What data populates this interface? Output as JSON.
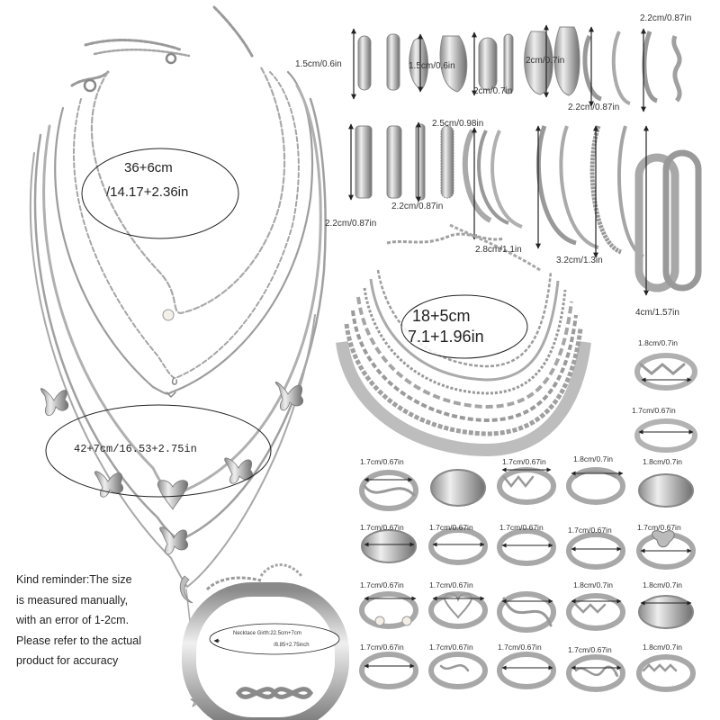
{
  "colors": {
    "silver": "#b9b9b9",
    "silver_dark": "#7d7d7d",
    "silver_light": "#e4e4e4",
    "text": "#333333"
  },
  "necklace": {
    "size_line1": "36+6cm",
    "size_line2": "/14.17+2.36in",
    "size_long": "42+7cm/16.53+2.75in"
  },
  "earrings": {
    "labels": [
      "1.5cm/0.6in",
      "1.5cm/0.6in",
      "2cm/0.7in",
      "2cm/0.7in",
      "2.2cm/0.87in",
      "2.2cm/0.87in",
      "2.5cm/0.98in",
      "2.2cm/0.87in",
      "2.2cm/0.87in",
      "2.8cm/1.1in",
      "3.2cm/1.3in",
      "4cm/1.57in"
    ]
  },
  "bracelet": {
    "line1": "18+5cm",
    "line2": "7.1+1.96in"
  },
  "anklet": {
    "line1": "Necktace Girth:22.5cm+7cm",
    "line2": "/8.85+2.75inch"
  },
  "rings": {
    "labels": [
      "1.8cm/0.7in",
      "1.7cm/0.67in",
      "1.7cm/0.67in",
      "1.7cm/0.67in",
      "1.8cm/0.7in",
      "1.8cm/0.7in",
      "1.7cm/0.67in",
      "1.7cm/0.67in",
      "1.7cm/0.67in",
      "1.7cm/0.67in",
      "1.7cm/0.67in",
      "1.7cm/0.67in",
      "1.7cm/0.67in",
      "1.8cm/0.7in",
      "1.8cm/0.7in",
      "1.7cm/0.67in",
      "1.7cm/0.67in",
      "1.7cm/0.67in",
      "1.7cm/0.67in",
      "1.8cm/0.7in"
    ]
  },
  "reminder": {
    "line1": "Kind reminder:The size",
    "line2": "is measured manually,",
    "line3": "with an error of 1-2cm.",
    "line4": "Please refer to the actual",
    "line5": "product for accuracy"
  }
}
